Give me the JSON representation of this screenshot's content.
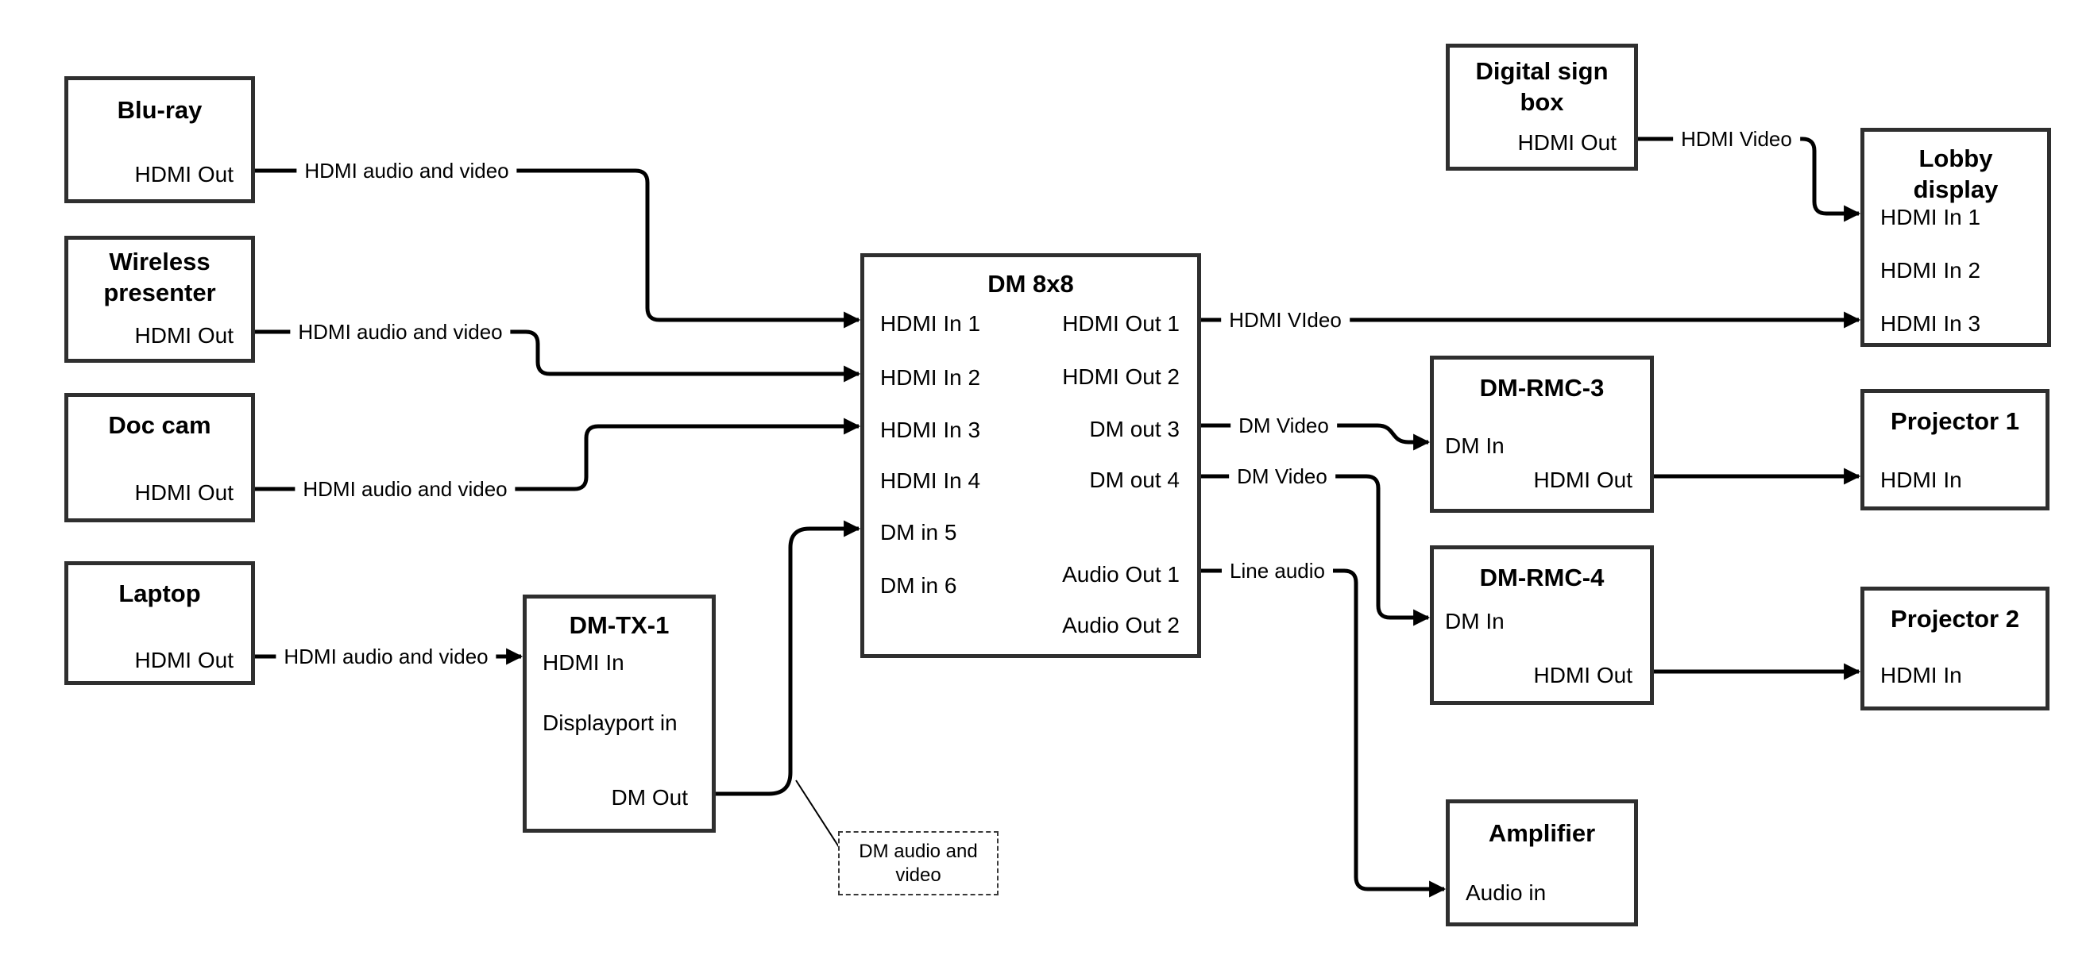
{
  "diagram": {
    "background_color": "#ffffff",
    "ink_color": "#000000",
    "box_border_color": "#2f2f2f",
    "devices": {
      "bluray": {
        "title": "Blu-ray",
        "port_out": "HDMI Out"
      },
      "wireless": {
        "title": "Wireless presenter",
        "port_out": "HDMI Out"
      },
      "doc_cam": {
        "title": "Doc cam",
        "port_out": "HDMI Out"
      },
      "laptop": {
        "title": "Laptop",
        "port_out": "HDMI Out"
      },
      "dm_tx_1": {
        "title": "DM-TX-1",
        "port_hdmi_in": "HDMI In",
        "port_displayport_in": "Displayport in",
        "port_dm_out": "DM Out"
      },
      "dm_8x8": {
        "title": "DM 8x8",
        "port_in1": "HDMI In 1",
        "port_in2": "HDMI In 2",
        "port_in3": "HDMI In 3",
        "port_in4": "HDMI In 4",
        "port_in5": "DM in 5",
        "port_in6": "DM in 6",
        "port_out1": "HDMI Out 1",
        "port_out2": "HDMI Out 2",
        "port_out3": "DM out 3",
        "port_out4": "DM out 4",
        "port_aout1": "Audio Out 1",
        "port_aout2": "Audio Out 2"
      },
      "digital_sign_box": {
        "title": "Digital sign box",
        "port_out": "HDMI Out"
      },
      "lobby_display": {
        "title": "Lobby display",
        "port_in1": "HDMI In 1",
        "port_in2": "HDMI In 2",
        "port_in3": "HDMI In 3"
      },
      "dm_rmc_3": {
        "title": "DM-RMC-3",
        "port_dm_in": "DM In",
        "port_hdmi_out": "HDMI Out"
      },
      "projector_1": {
        "title": "Projector 1",
        "port_hdmi_in": "HDMI In"
      },
      "dm_rmc_4": {
        "title": "DM-RMC-4",
        "port_dm_in": "DM In",
        "port_hdmi_out": "HDMI Out"
      },
      "projector_2": {
        "title": "Projector 2",
        "port_hdmi_in": "HDMI In"
      },
      "amplifier": {
        "title": "Amplifier",
        "port_audio_in": "Audio in"
      }
    },
    "wire_labels": {
      "bluray_to_dm8x8": "HDMI audio and video",
      "wireless_to_dm8x8": "HDMI audio and video",
      "doccam_to_dm8x8": "HDMI audio and video",
      "laptop_to_dmtx1": "HDMI audio and video",
      "dm8x8_out1": "HDMI VIdeo",
      "digital_sign_out": "HDMI Video",
      "dm8x8_out3": "DM Video",
      "dm8x8_out4": "DM Video",
      "dm8x8_aout1": "Line audio"
    },
    "note": {
      "text": "DM audio and video"
    }
  }
}
